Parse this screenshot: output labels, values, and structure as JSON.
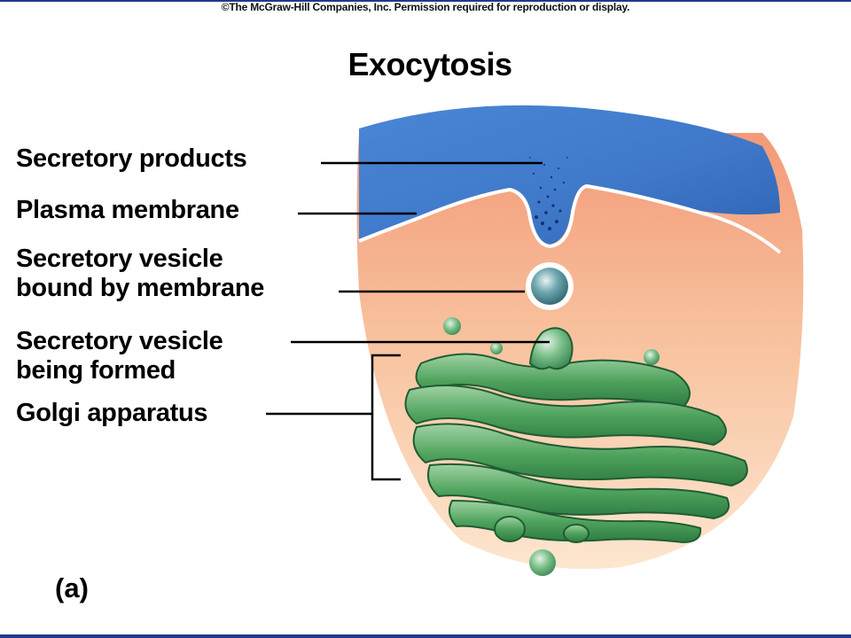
{
  "copyright": "©The McGraw-Hill Companies, Inc. Permission required for reproduction or display.",
  "title": "Exocytosis",
  "labels": {
    "secretory_products": "Secretory products",
    "plasma_membrane": "Plasma membrane",
    "vesicle_bound_line1": "Secretory vesicle",
    "vesicle_bound_line2": "bound by membrane",
    "vesicle_formed_line1": "Secretory vesicle",
    "vesicle_formed_line2": "being formed",
    "golgi": "Golgi apparatus"
  },
  "panel_letter": "(a)",
  "colors": {
    "extracellular": "#3f7fd0",
    "cytoplasm": "#f6b58d",
    "golgi": "#3e9a52",
    "frame": "#1f3a8a"
  }
}
